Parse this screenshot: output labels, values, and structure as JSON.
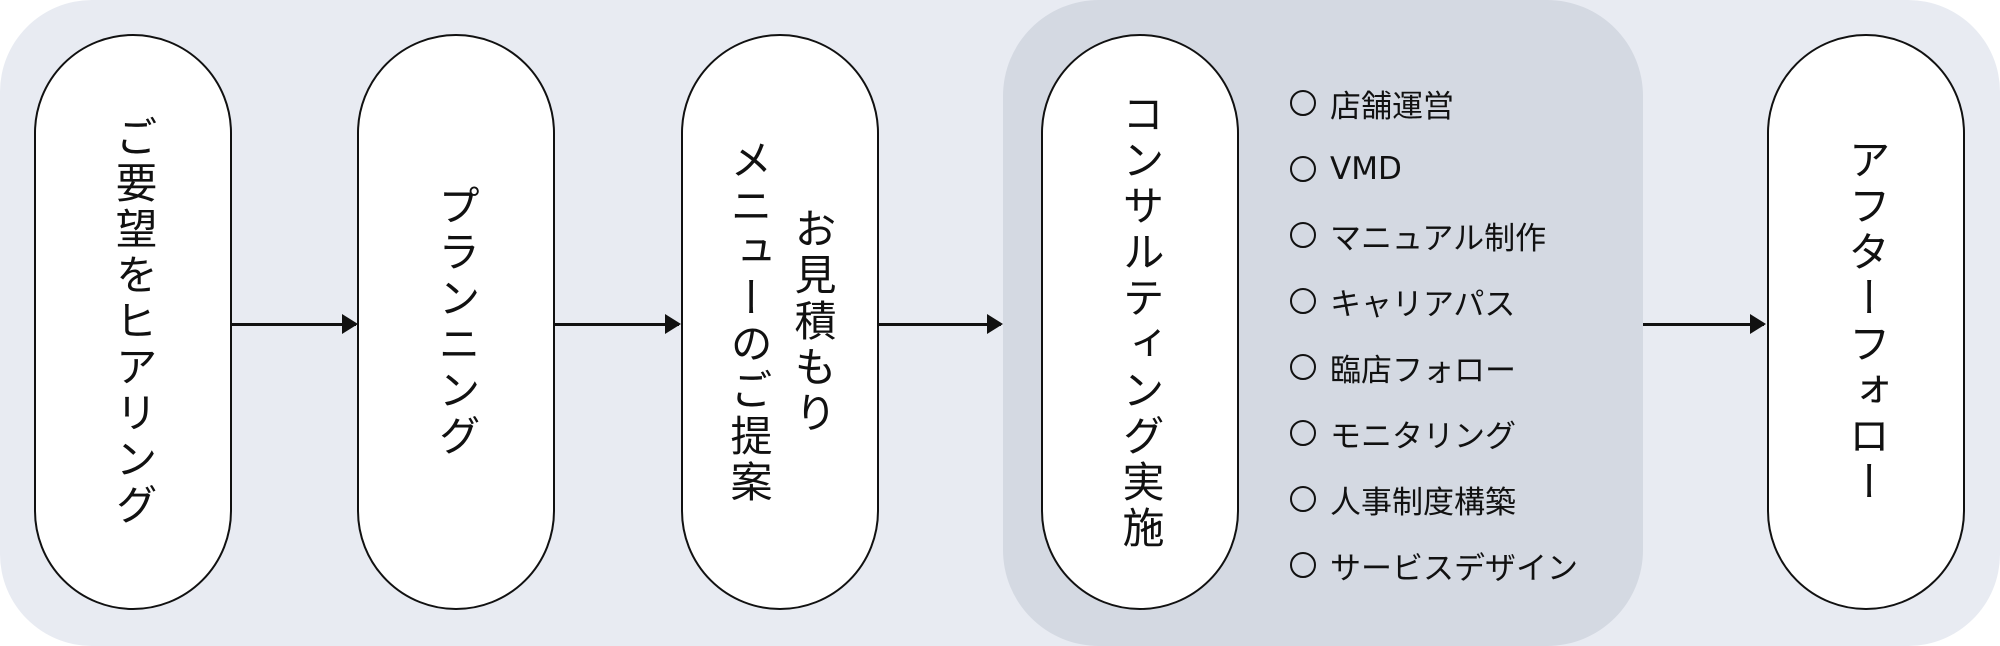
{
  "steps": [
    {
      "lines": [
        "ご要望をヒアリング"
      ]
    },
    {
      "lines": [
        "プランニング"
      ]
    },
    {
      "lines": [
        "お見積もり",
        "メニューのご提案"
      ]
    },
    {
      "lines": [
        "コンサルティング実施"
      ]
    },
    {
      "lines": [
        "アフターフォロー"
      ]
    }
  ],
  "consulting_services": [
    "店舗運営",
    "VMD",
    "マニュアル制作",
    "キャリアパス",
    "臨店フォロー",
    "モニタリング",
    "人事制度構築",
    "サービスデザイン"
  ],
  "colors": {
    "background": "#e8ebf2",
    "highlight": "#d4d9e2",
    "pill_fill": "#ffffff",
    "stroke": "#111111"
  }
}
